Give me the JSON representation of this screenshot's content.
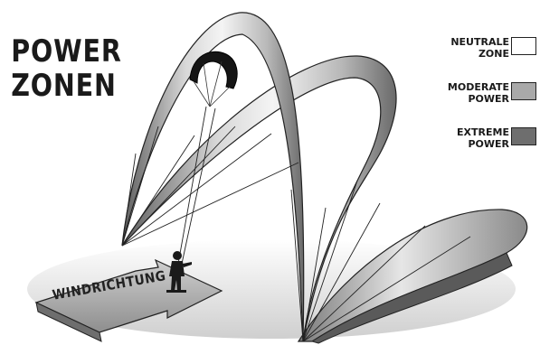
{
  "title": {
    "line1": "POWER",
    "line2": "ZONEN"
  },
  "legend": [
    {
      "line1": "NEUTRALE",
      "line2": "ZONE",
      "color": "#ffffff"
    },
    {
      "line1": "MODERATE",
      "line2": "POWER",
      "color": "#a9a9a9"
    },
    {
      "line1": "EXTREME",
      "line2": "POWER",
      "color": "#6e6e6e"
    }
  ],
  "wind_label": "WINDRICHTUNG",
  "colors": {
    "ink": "#1a1a1a",
    "neutral": "#ffffff",
    "moderate": "#a9a9a9",
    "extreme": "#6e6e6e",
    "kite": "#151515"
  }
}
